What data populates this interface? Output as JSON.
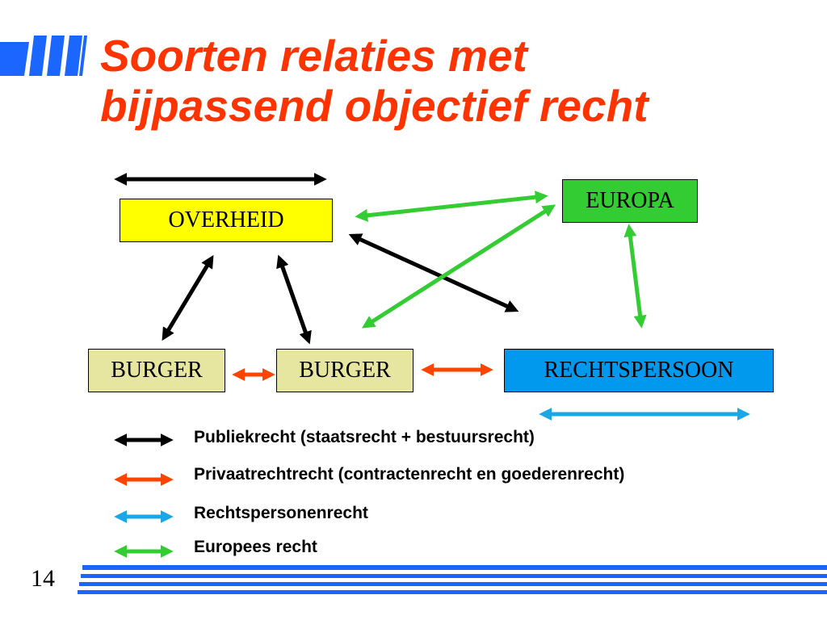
{
  "title": {
    "line1": "Soorten relaties met",
    "line2": "bijpassend objectief recht"
  },
  "colors": {
    "title": "#ff3300",
    "accent_blue": "#1a66ff",
    "publiekrecht": "#000000",
    "privaatrecht": "#ff4400",
    "rechtspersonenrecht": "#1aa7e8",
    "europees": "#33cc33"
  },
  "nodes": {
    "overheid": "OVERHEID",
    "europa": "EUROPA",
    "burger1": "BURGER",
    "burger2": "BURGER",
    "rechtspersoon": "RECHTSPERSOON"
  },
  "legend": [
    {
      "label": "Publiekrecht (staatsrecht + bestuursrecht)",
      "color": "#000000"
    },
    {
      "label": "Privaatrechtrecht  (contractenrecht en goederenrecht)",
      "color": "#ff4400"
    },
    {
      "label": "Rechtspersonenrecht",
      "color": "#1aa7e8"
    },
    {
      "label": "Europees recht",
      "color": "#33cc33"
    }
  ],
  "page_number": "14"
}
